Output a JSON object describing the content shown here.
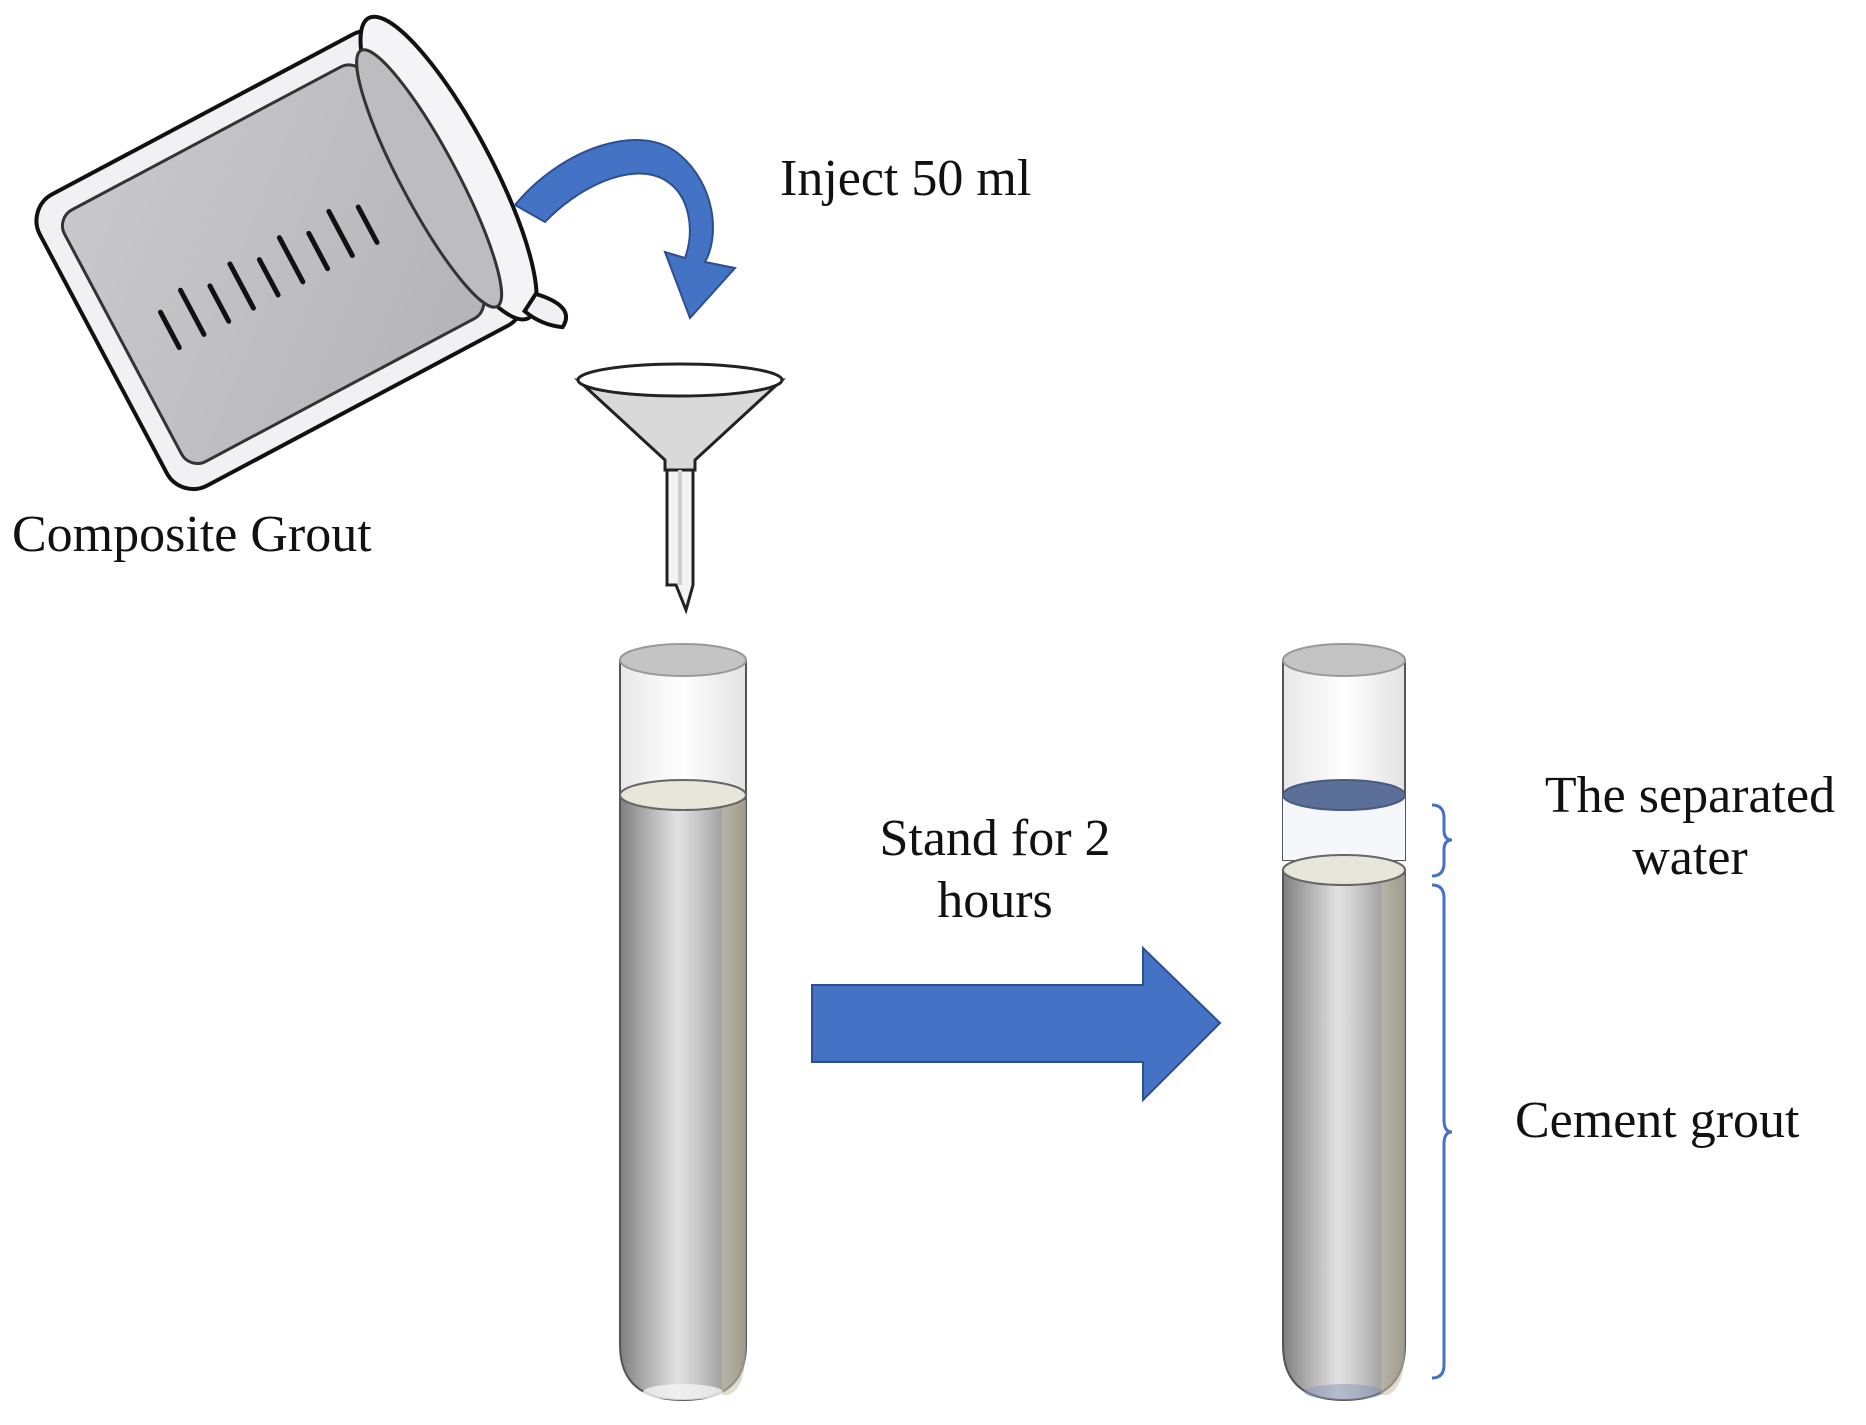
{
  "labels": {
    "inject": "Inject 50 ml",
    "composite_grout": "Composite Grout",
    "stand_line1": "Stand for 2",
    "stand_line2": "hours",
    "separated_line1": "The separated",
    "separated_line2": "water",
    "cement_grout": "Cement grout"
  },
  "colors": {
    "arrow_blue": "#4472c4",
    "separated_water": "#5b6f99",
    "grout_gray": "#a6a6a6",
    "grout_top": "#e8e5da",
    "brace_blue": "#4472c4",
    "text": "#111111"
  }
}
